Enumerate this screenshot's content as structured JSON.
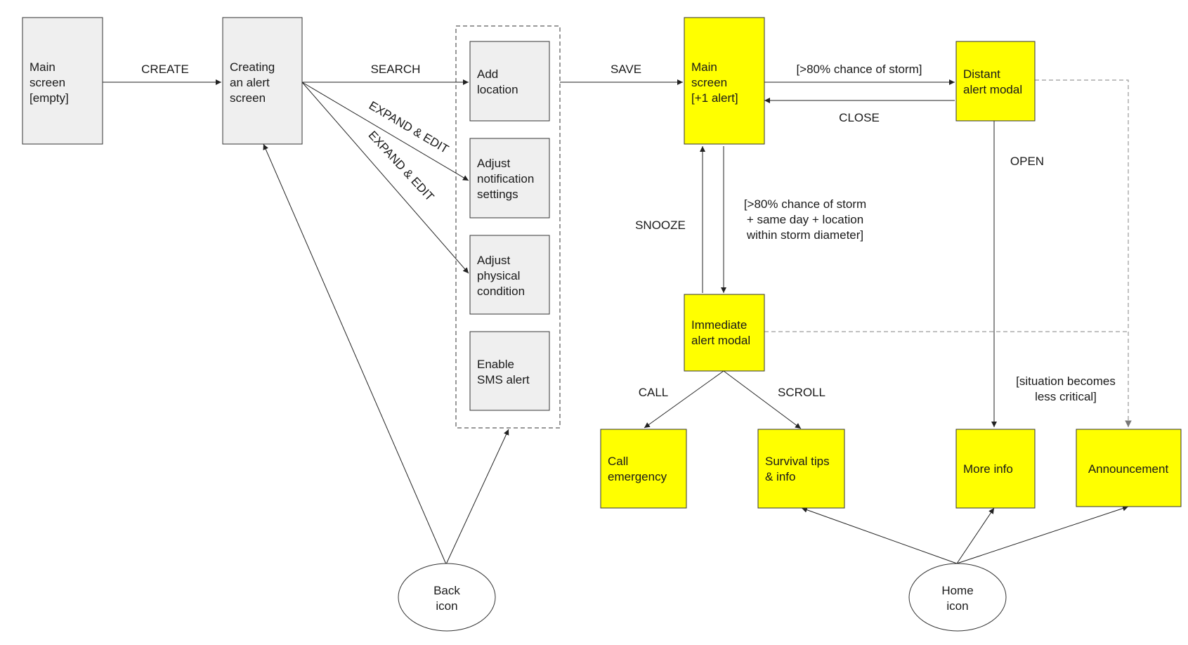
{
  "nodes": {
    "main_empty": {
      "lines": [
        "Main",
        "screen",
        "[empty]"
      ],
      "fill": "#efefef"
    },
    "creating": {
      "lines": [
        "Creating",
        "an alert",
        "screen"
      ],
      "fill": "#efefef"
    },
    "add_location": {
      "lines": [
        "Add",
        "location"
      ],
      "fill": "#efefef"
    },
    "adjust_notification": {
      "lines": [
        "Adjust",
        "notification",
        "settings"
      ],
      "fill": "#efefef"
    },
    "adjust_physical": {
      "lines": [
        "Adjust",
        "physical",
        "condition"
      ],
      "fill": "#efefef"
    },
    "enable_sms": {
      "lines": [
        "Enable",
        "SMS alert"
      ],
      "fill": "#efefef"
    },
    "main_alert": {
      "lines": [
        "Main",
        "screen",
        "[+1 alert]"
      ],
      "fill": "#ffff00"
    },
    "distant_modal": {
      "lines": [
        "Distant",
        "alert modal"
      ],
      "fill": "#ffff00"
    },
    "immediate_modal": {
      "lines": [
        "Immediate",
        "alert modal"
      ],
      "fill": "#ffff00"
    },
    "call_emergency": {
      "lines": [
        "Call",
        "emergency"
      ],
      "fill": "#ffff00"
    },
    "survival_tips": {
      "lines": [
        "Survival tips",
        "& info"
      ],
      "fill": "#ffff00"
    },
    "more_info": {
      "lines": [
        "More info"
      ],
      "fill": "#ffff00"
    },
    "announcement": {
      "lines": [
        "Announcement"
      ],
      "fill": "#ffff00"
    },
    "back_icon": {
      "lines": [
        "Back",
        "icon"
      ],
      "fill": "#ffffff"
    },
    "home_icon": {
      "lines": [
        "Home",
        "icon"
      ],
      "fill": "#ffffff"
    }
  },
  "edges": {
    "create": [
      "CREATE"
    ],
    "search": [
      "SEARCH"
    ],
    "expand_edit_1": [
      "EXPAND & EDIT"
    ],
    "expand_edit_2": [
      "EXPAND & EDIT"
    ],
    "save": [
      "SAVE"
    ],
    "storm_chance": [
      "[>80% chance of storm]"
    ],
    "close": [
      "CLOSE"
    ],
    "open": [
      "OPEN"
    ],
    "snooze": [
      "SNOOZE"
    ],
    "storm_same_day": [
      "[>80% chance of storm",
      "+ same day + location",
      "within storm diameter]"
    ],
    "call": [
      "CALL"
    ],
    "scroll": [
      "SCROLL"
    ],
    "less_critical": [
      "[situation becomes",
      "less critical]"
    ]
  }
}
